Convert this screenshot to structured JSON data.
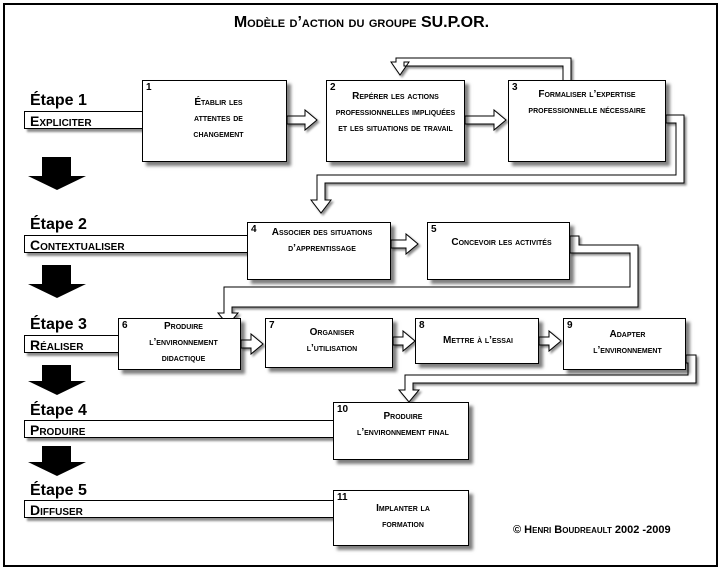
{
  "title": "Modèle d’action du groupe SU.P.OR.",
  "stages": [
    {
      "name": "Étape 1",
      "label": "Expliciter"
    },
    {
      "name": "Étape 2",
      "label": "Contextualiser"
    },
    {
      "name": "Étape 3",
      "label": "Réaliser"
    },
    {
      "name": "Étape 4",
      "label": "Produire"
    },
    {
      "name": "Étape 5",
      "label": "Diffuser"
    }
  ],
  "steps": [
    {
      "num": "1",
      "text": "Établir les attentes de changement"
    },
    {
      "num": "2",
      "text": "Repérer les actions professionnelles impliquées et les situations de travail"
    },
    {
      "num": "3",
      "text": "Formaliser l’expertise professionnelle nécessaire"
    },
    {
      "num": "4",
      "text": "Associer des situations d’apprentissage"
    },
    {
      "num": "5",
      "text": "Concevoir les activités"
    },
    {
      "num": "6",
      "text": "Produire l’environnement didactique"
    },
    {
      "num": "7",
      "text": "Organiser l’utilisation"
    },
    {
      "num": "8",
      "text": "Mettre à l’essai"
    },
    {
      "num": "9",
      "text": "Adapter l’environnement"
    },
    {
      "num": "10",
      "text": "Produire l’environnement final"
    },
    {
      "num": "11",
      "text": "Implanter la formation"
    }
  ],
  "credit": "© Henri Boudreault 2002 -2009",
  "colors": {
    "ink": "#000000",
    "paper": "#ffffff",
    "shadow": "#555555"
  }
}
